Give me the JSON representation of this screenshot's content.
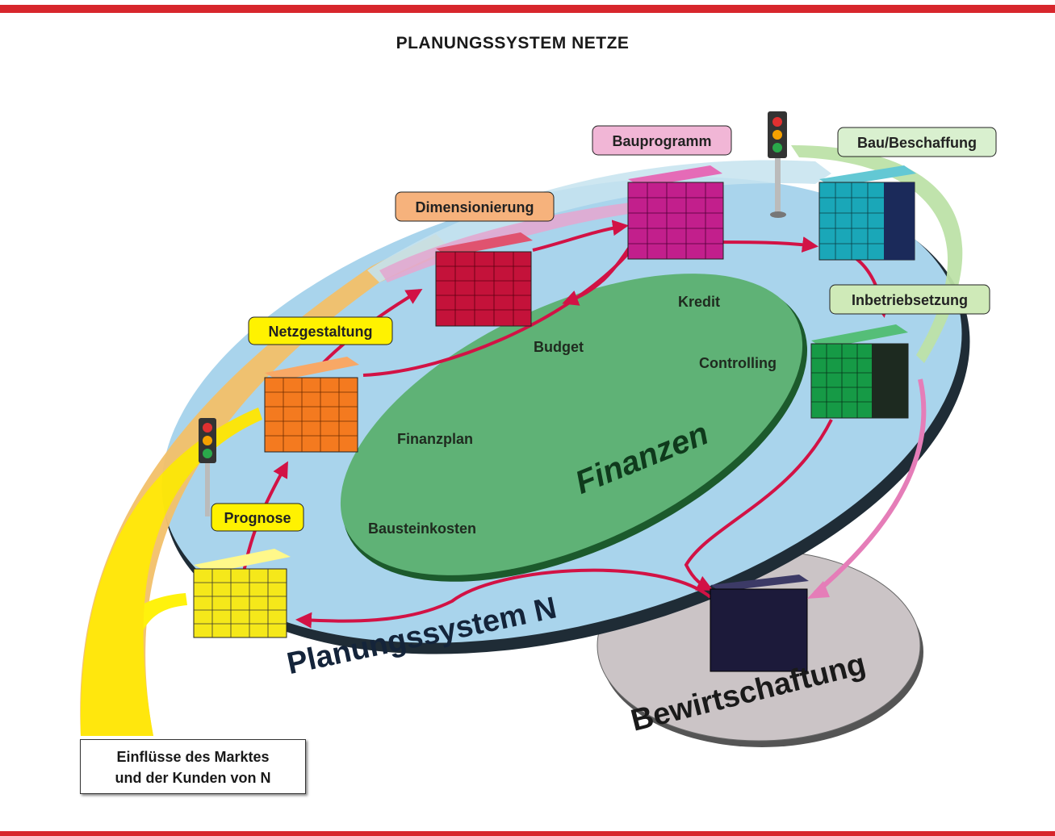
{
  "title": "PLANUNGSSYSTEM  NETZE",
  "colors": {
    "frame_red": "#d7262c",
    "outer_disc": "#a9d4ec",
    "inner_disc": "#5fb276",
    "bewirtschaftung_disc": "#cbc4c6",
    "flow_arrow": "#d21245"
  },
  "stages": [
    {
      "id": "prognose",
      "label": "Prognose",
      "color": "#f5e81a",
      "label_bg": "#fff200"
    },
    {
      "id": "netzgestaltung",
      "label": "Netzgestaltung",
      "color": "#f47a1f",
      "label_bg": "#fff200"
    },
    {
      "id": "dimensionierung",
      "label": "Dimensionierung",
      "color": "#c4123a",
      "label_bg": "#f6b27c"
    },
    {
      "id": "bauprogramm",
      "label": "Bauprogramm",
      "color": "#c21f8c",
      "label_bg": "#f1b6d6"
    },
    {
      "id": "bau",
      "label": "Bau/Beschaffung",
      "color": "#1aa7b8",
      "label_bg": "#d9f0cf"
    },
    {
      "id": "inbetriebsetzung",
      "label": "Inbetriebsetzung",
      "color": "#169a46",
      "label_bg": "#cfeab8"
    }
  ],
  "finance": {
    "title": "Finanzen",
    "items": [
      "Kredit",
      "Budget",
      "Controlling",
      "Finanzplan",
      "Bausteinkosten"
    ]
  },
  "system_label": "Planungssystem N",
  "bewirtschaftung_label": "Bewirtschaftung",
  "market": {
    "line1": "Einflüsse des Marktes",
    "line2": "und der Kunden von N"
  }
}
